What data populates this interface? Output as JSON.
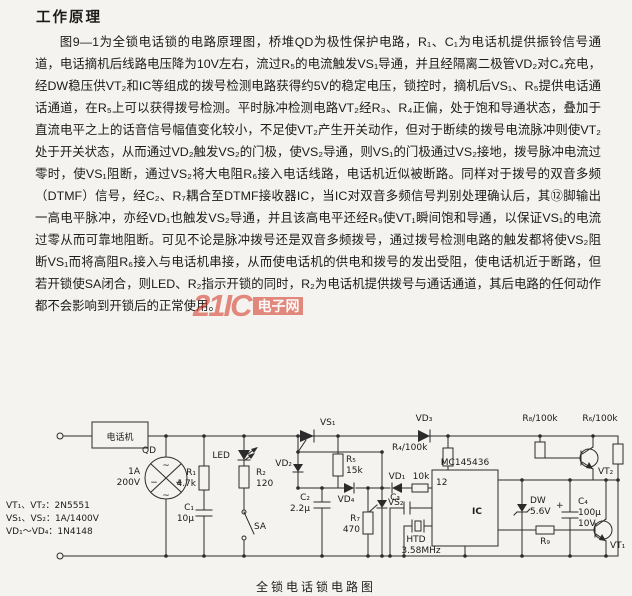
{
  "doc": {
    "section_title": "工作原理",
    "paragraph": "图9—1为全锁电话锁的电路原理图，桥堆QD为极性保护电路，R₁、C₁为电话机提供振铃信号通道，电话摘机后线路电压降为10V左右，流过R₅的电流触发VS₁导通，并且经隔离二极管VD₂对C₄充电，经DW稳压供VT₂和IC等组成的拨号检测电路获得约5V的稳定电压，锁控时，摘机后VS₁、R₅提供电话通话通道，在R₅上可以获得拨号检测。平时脉冲检测电路VT₂经R₃、R₄正偏，处于饱和导通状态，叠加于直流电平之上的话音信号幅值变化较小，不足使VT₂产生开关动作，但对于断续的拨号电流脉冲则使VT₂处于开关状态，从而通过VD₂触发VS₂的门极，使VS₂导通，则VS₁的门极通过VS₂接地，拨号脉冲电流过零时，使VS₁阻断，通过VS₂将大电阻R₆接入电话线路，电话机近似被断路。同样对于拨号的双音多频（DTMF）信号，经C₂、R₇耦合至DTMF接收器IC，当IC对双音多频信号判别处理确认后，其⑫脚输出一高电平脉冲，亦经VD₁也触发VS₂导通，并且该高电平还经R₉使VT₁瞬间饱和导通，以保证VS₁的电流过零从而可靠地阻断。可见不论是脉冲拨号还是双音多频拨号，通过拨号检测电路的触发都将使VS₂阻断VS₁而将高阻R₆接入与电话机串接，从而使电话机的供电和拨号的发出受阻，使电话机近于断路，但若开锁使SA闭合，则LED、R₂指示开锁的同时，R₂为电话机提供拨号与通话通道，其后电路的任何动作都不会影响到开锁后的正常使用。",
    "watermark": {
      "logo": "21IC",
      "suffix": "电子网"
    },
    "caption": "全锁电话锁电路图"
  },
  "legend": {
    "vt": "VT₁、VT₂：2N5551",
    "vs": "VS₁、VS₂：1A/1400V",
    "vd": "VD₁～VD₄：1N4148"
  },
  "schematic": {
    "phone": "电话机",
    "qd": "QD",
    "qd_current": "1A",
    "qd_voltage": "200V",
    "ac_top": "~",
    "ac_bottom": "~",
    "plus": "+",
    "minus": "−",
    "r1": "R₁",
    "r1_val": "4.7k",
    "c1": "C₁",
    "c1_val": "10μ",
    "led": "LED",
    "r2": "R₂",
    "r2_val": "120",
    "sa": "SA",
    "vs1": "VS₁",
    "r5": "R₅",
    "r5_val": "15k",
    "vd2": "VD₂",
    "vd4": "VD₄",
    "c2": "C₂",
    "c2_val": "2.2μ",
    "r7": "R₇",
    "r7_val": "470",
    "vs2": "VS₂",
    "vd1": "VD₁",
    "r10k": "10k",
    "c3": "C₃",
    "vd3": "VD₃",
    "r4": "R₄/100k",
    "r8": "R₈/100k",
    "r6": "R₆/100k",
    "ic": "IC",
    "ic_part": "MC145436",
    "pin12": "12",
    "htd": "HTD",
    "xtal": "3.58MHz",
    "dw": "DW",
    "dw_val": "5.6V",
    "c4": "C₄",
    "c4_val": "100μ",
    "c4_volt": "10V",
    "c4_plus": "+",
    "r9": "R₉",
    "vt1": "VT₁",
    "vt2": "VT₂"
  }
}
